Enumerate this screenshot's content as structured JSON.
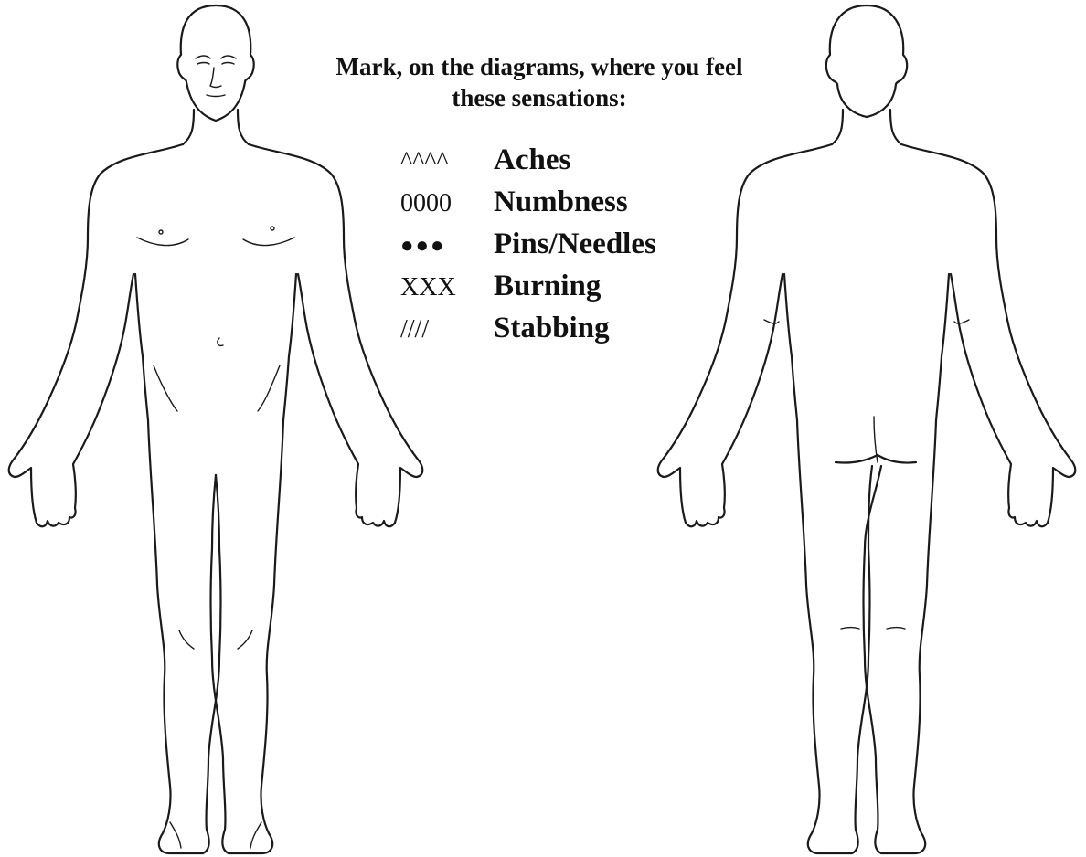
{
  "instructions": {
    "line1": "Mark, on the diagrams, where you feel",
    "line2": "these sensations:"
  },
  "legend": [
    {
      "symbol": "^^^^",
      "label": "Aches"
    },
    {
      "symbol": "0000",
      "label": "Numbness"
    },
    {
      "symbol": "●●●",
      "label": "Pins/Needles"
    },
    {
      "symbol": "XXX",
      "label": "Burning"
    },
    {
      "symbol": "////",
      "label": "Stabbing"
    }
  ],
  "figures": {
    "front": "front-body-outline",
    "back": "back-body-outline"
  }
}
